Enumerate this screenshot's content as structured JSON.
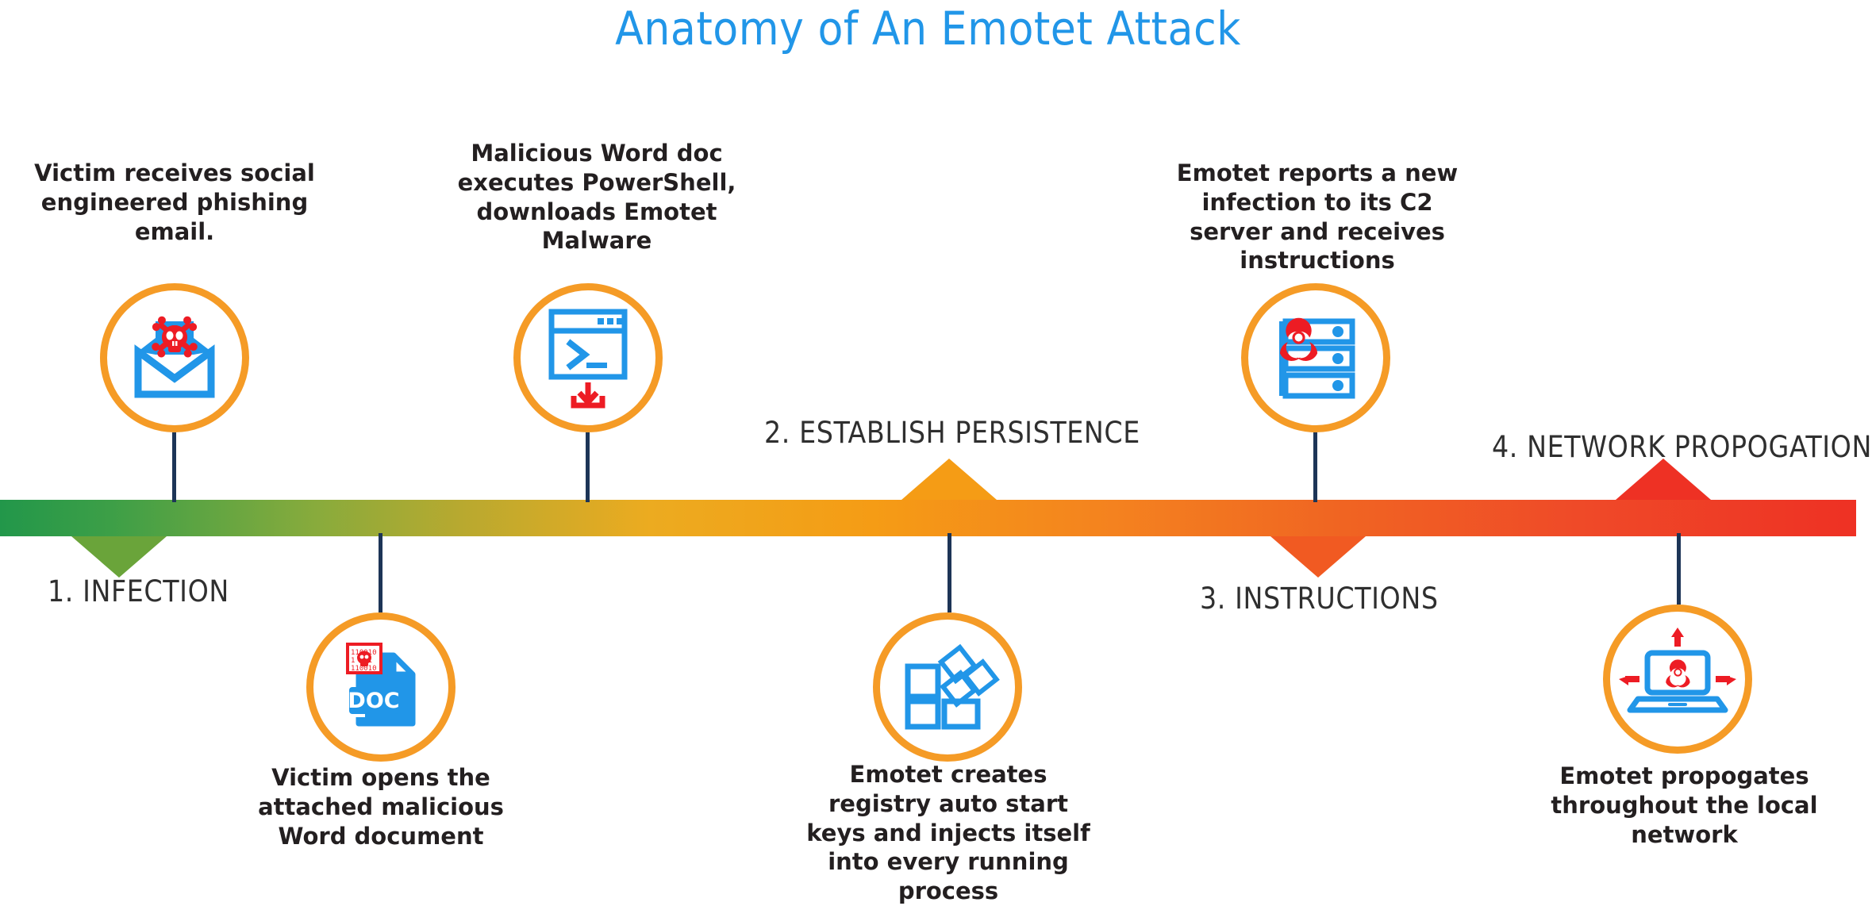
{
  "title": "Anatomy of An Emotet Attack",
  "colors": {
    "title": "#2196e8",
    "circle_ring": "#f59b26",
    "icon_blue": "#2196e8",
    "icon_red": "#ed1c24",
    "stem": "#1d3557",
    "bar_start": "#22974a",
    "bar_mid": "#f59c15",
    "bar_end": "#ee3124",
    "caption_text": "#231f20",
    "stage_text": "#2f2f2f"
  },
  "timeline": {
    "stages": [
      {
        "id": "infection",
        "label": "1. INFECTION",
        "marker": "down-arrow",
        "marker_color": "#6aa43a"
      },
      {
        "id": "persistence",
        "label": "2. ESTABLISH PERSISTENCE",
        "marker": "up-arrow",
        "marker_color": "#f59c15"
      },
      {
        "id": "instructions",
        "label": "3. INSTRUCTIONS",
        "marker": "down-arrow",
        "marker_color": "#f15a22"
      },
      {
        "id": "propagation",
        "label": "4. NETWORK PROPOGATION",
        "marker": "up-arrow",
        "marker_color": "#ee3124"
      }
    ]
  },
  "nodes": [
    {
      "id": "phishing-email",
      "icon": "envelope-skull-icon",
      "position": "above",
      "caption": "Victim receives social engineered phishing email."
    },
    {
      "id": "word-document",
      "icon": "doc-file-malware-icon",
      "position": "below",
      "caption": "Victim opens the attached malicious Word document"
    },
    {
      "id": "powershell-terminal",
      "icon": "terminal-download-icon",
      "position": "above",
      "caption": "Malicious Word doc executes PowerShell, downloads Emotet Malware"
    },
    {
      "id": "registry-keys",
      "icon": "windows-registry-icon",
      "position": "below",
      "caption": "Emotet creates registry auto start keys and injects itself into every running process"
    },
    {
      "id": "c2-server",
      "icon": "server-biohazard-icon",
      "position": "above",
      "caption": "Emotet reports a new infection to its C2 server and receives instructions"
    },
    {
      "id": "local-network",
      "icon": "laptop-biohazard-spread-icon",
      "position": "below",
      "caption": "Emotet propogates throughout the local network"
    }
  ]
}
